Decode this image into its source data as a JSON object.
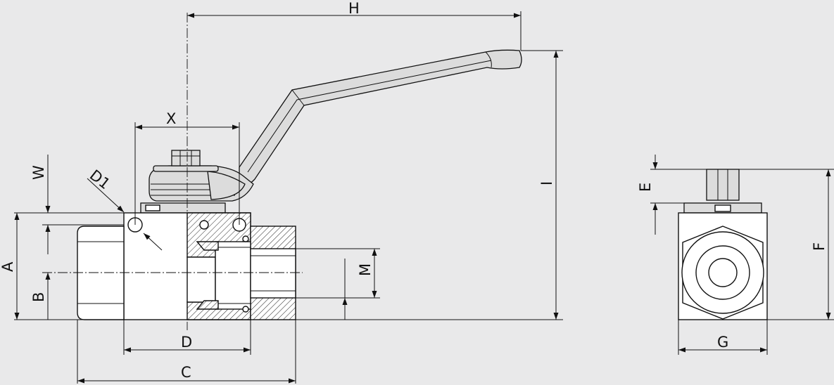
{
  "labels": {
    "H": "H",
    "X": "X",
    "W": "W",
    "D1": "D1",
    "A": "A",
    "B": "B",
    "M": "M",
    "I": "I",
    "D": "D",
    "C": "C",
    "E": "E",
    "F": "F",
    "G": "G"
  }
}
